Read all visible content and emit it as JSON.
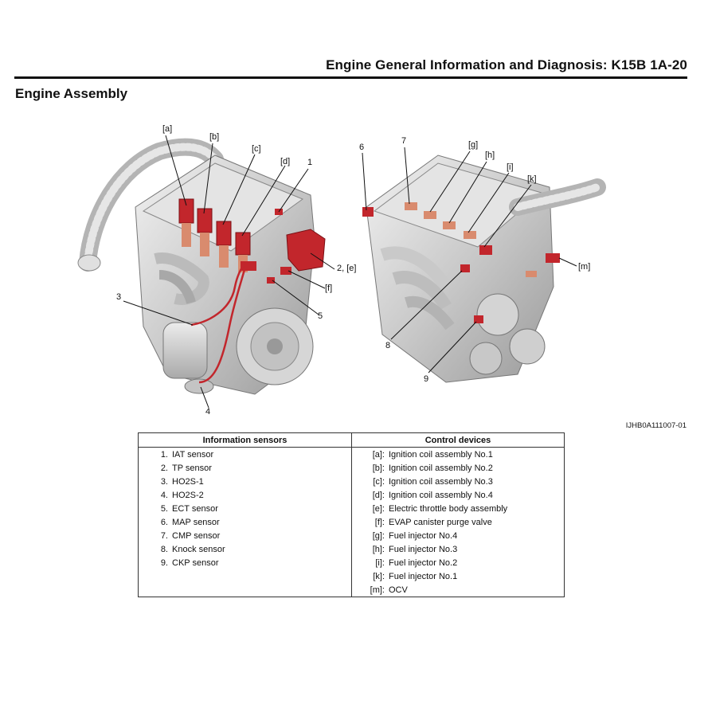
{
  "header": {
    "title": "Engine General Information and Diagnosis: K15B   1A-20"
  },
  "section_title": "Engine Assembly",
  "figure": {
    "id": "IJHB0A111007-01",
    "callouts": {
      "a": "[a]",
      "b": "[b]",
      "c": "[c]",
      "d": "[d]",
      "one": "1",
      "two_e": "2, [e]",
      "f": "[f]",
      "three": "3",
      "four": "4",
      "five": "5",
      "six": "6",
      "seven": "7",
      "g": "[g]",
      "h": "[h]",
      "i": "[i]",
      "k": "[k]",
      "m": "[m]",
      "eight": "8",
      "nine": "9"
    }
  },
  "table": {
    "headers": [
      "Information sensors",
      "Control devices"
    ],
    "rows": [
      {
        "num": "1.",
        "sensor": "IAT sensor",
        "code": "[a]:",
        "device": "Ignition coil assembly No.1"
      },
      {
        "num": "2.",
        "sensor": "TP sensor",
        "code": "[b]:",
        "device": "Ignition coil assembly No.2"
      },
      {
        "num": "3.",
        "sensor": "HO2S-1",
        "code": "[c]:",
        "device": "Ignition coil assembly No.3"
      },
      {
        "num": "4.",
        "sensor": "HO2S-2",
        "code": "[d]:",
        "device": "Ignition coil assembly No.4"
      },
      {
        "num": "5.",
        "sensor": "ECT sensor",
        "code": "[e]:",
        "device": "Electric throttle body assembly"
      },
      {
        "num": "6.",
        "sensor": "MAP sensor",
        "code": "[f]:",
        "device": "EVAP canister purge valve"
      },
      {
        "num": "7.",
        "sensor": "CMP sensor",
        "code": "[g]:",
        "device": "Fuel injector No.4"
      },
      {
        "num": "8.",
        "sensor": "Knock sensor",
        "code": "[h]:",
        "device": "Fuel injector No.3"
      },
      {
        "num": "9.",
        "sensor": "CKP sensor",
        "code": "[i]:",
        "device": "Fuel injector No.2"
      },
      {
        "num": "",
        "sensor": "",
        "code": "[k]:",
        "device": "Fuel injector No.1"
      },
      {
        "num": "",
        "sensor": "",
        "code": "[m]:",
        "device": "OCV"
      }
    ]
  },
  "colors": {
    "highlight": "#c2262c",
    "engine_gray": "#cfcfcf",
    "rule": "#111111"
  }
}
